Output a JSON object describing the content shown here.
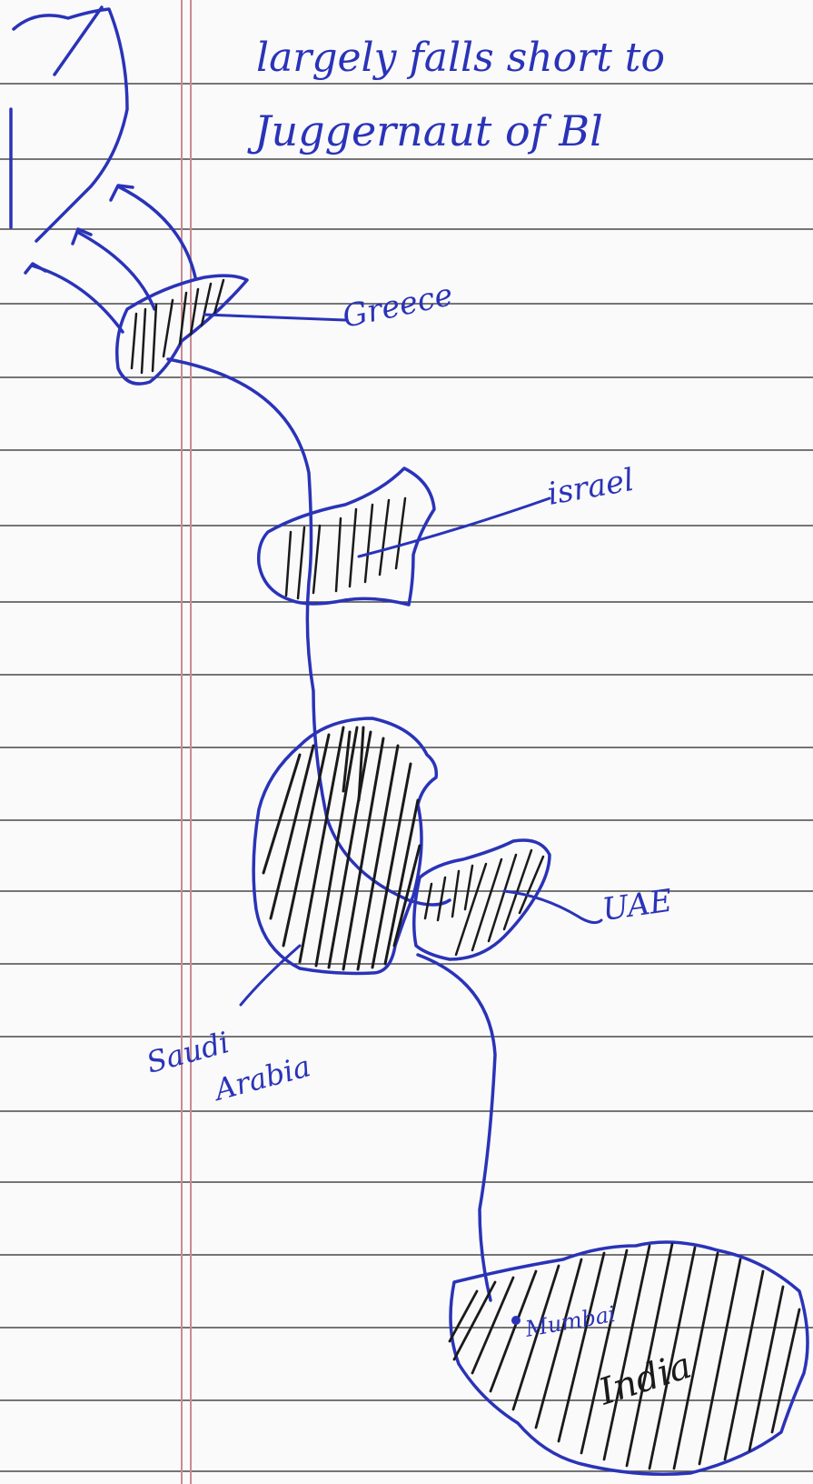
{
  "header": {
    "line1": "largely falls short to",
    "line2": "Juggernaut of Bl"
  },
  "labels": {
    "greece": "Greece",
    "israel": "israel",
    "uae": "UAE",
    "saudi_line1": "Saudi",
    "saudi_line2": "Arabia",
    "mumbai": "Mumbai",
    "india": "India"
  },
  "colors": {
    "paper": "#fafafa",
    "ruled_line": "#2b2b2b",
    "margin_line": "#c98a93",
    "ink_blue": "#2a33b8",
    "ink_black": "#1a1a1a"
  }
}
